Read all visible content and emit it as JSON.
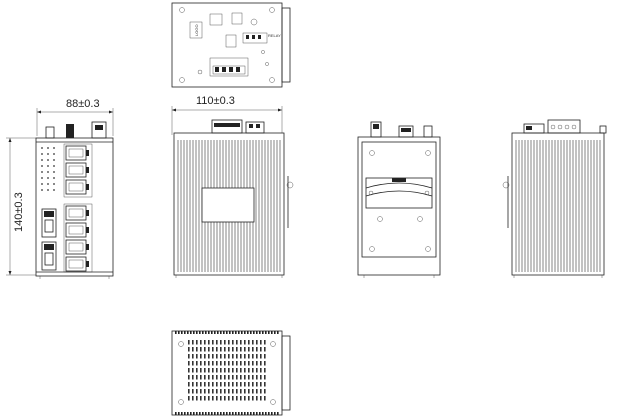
{
  "dimensions": {
    "width_side": "88±0.3",
    "width_front": "110±0.3",
    "height": "140±0.3"
  },
  "labels": {
    "logo": "LOGO",
    "relay": "RELAY"
  },
  "colors": {
    "line": "#222222",
    "background": "#ffffff"
  }
}
